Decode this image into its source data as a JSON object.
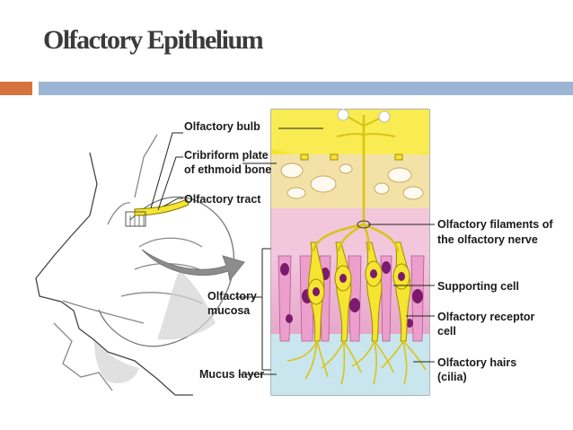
{
  "slide": {
    "title": "Olfactory Epithelium"
  },
  "labels": {
    "olfactory_bulb": "Olfactory bulb",
    "cribriform_1": "Cribriform plate",
    "cribriform_2": "of ethmoid bone",
    "olfactory_tract": "Olfactory tract",
    "filaments_1": "Olfactory filaments of",
    "filaments_2": "the olfactory nerve",
    "supporting_cell": "Supporting cell",
    "receptor_1": "Olfactory receptor",
    "receptor_2": "cell",
    "mucosa_1": "Olfactory",
    "mucosa_2": "mucosa",
    "mucus_layer": "Mucus layer",
    "hairs_1": "Olfactory hairs",
    "hairs_2": "(cilia)"
  },
  "colors": {
    "accent_orange": "#d6733d",
    "accent_blue": "#9cb5d4",
    "bulb_yellow": "#f5e531",
    "bone": "#f3e2a8",
    "mucosa_pink": "#eab6d3",
    "mucus_blue": "#c9e6ee",
    "nucleus_purple": "#7b1a6e"
  }
}
